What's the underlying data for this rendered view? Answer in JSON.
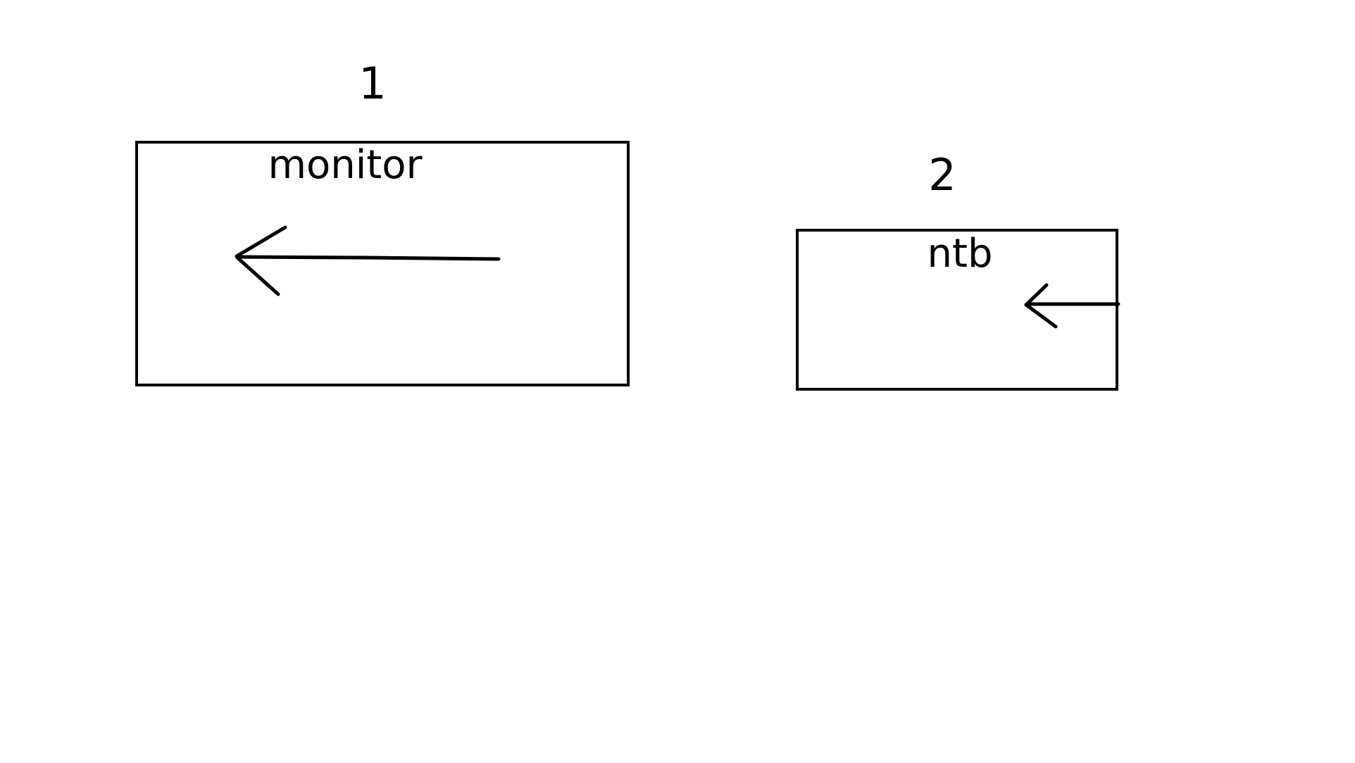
{
  "page": {
    "background_color": "#ffffff",
    "ink_color": "#000000"
  },
  "diagram": {
    "style": "hand-drawn sketch",
    "nodes": [
      {
        "order_label": "1",
        "title": "monitor",
        "arrow_direction": "left"
      },
      {
        "order_label": "2",
        "title": "ntb",
        "arrow_direction": "left"
      }
    ]
  }
}
